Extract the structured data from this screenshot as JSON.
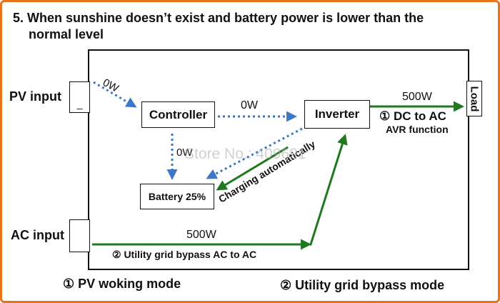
{
  "title": {
    "line1": "5. When sunshine doesn’t exist and battery power is lower than the",
    "line2": "normal level"
  },
  "inputs": {
    "pv": "PV input",
    "pv_terminal": "_",
    "ac": "AC input"
  },
  "blocks": {
    "controller": "Controller",
    "inverter": "Inverter",
    "battery": "Battery 25%",
    "load": "Load"
  },
  "flows": {
    "pv_to_controller": "0W",
    "controller_to_inverter": "0W",
    "controller_to_battery": "0W",
    "inverter_to_load": "500W",
    "grid_bypass": "500W"
  },
  "labels": {
    "dc_to_ac": "① DC to AC",
    "avr": "AVR function",
    "charging": "Charging automatically",
    "bypass_path": "② Utility grid bypass AC to AC",
    "mode1": "① PV woking mode",
    "mode2": "② Utility grid bypass mode"
  },
  "watermark": "Store No.: 409691",
  "colors": {
    "frame_border": "#e8741a",
    "dc_flow": "#3a78c9",
    "ac_flow": "#1f7a1f",
    "text": "#111111"
  }
}
